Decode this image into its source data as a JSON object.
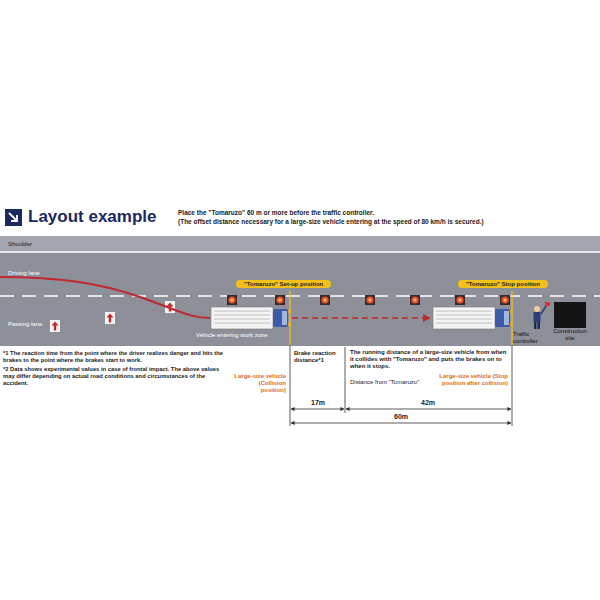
{
  "diagram": {
    "title": "Layout example",
    "nodes": [
      {
        "text": [
          "\"Tomaruzo\" Set-up position"
        ]
      },
      {
        "text": [
          "\"Tomaruzo\" Stop position"
        ]
      },
      {
        "text": [
          "Construction site"
        ]
      }
    ],
    "labels": [
      "Place the \"Tomaruzo\" 60 m or more before the traffic controller.",
      "(The offset distance necessary for a large-size vehicle entering at the speed of 80 km/h is secured.)",
      "Shoulder",
      "Driving lane",
      "Passing lane",
      "Vehicle entering work zone",
      "Traffic controller",
      "Brake reaction distance*1",
      "The running distance of a large-size vehicle from when it collides with \"Tomaruzo\" and puts the brakes on to when it stops.",
      "Large-size vehicle (Collision position)",
      "Distance from \"Tomaruzo\"",
      "Large-size vehicle (Stop position after collision)",
      "17m",
      "42m",
      "60m",
      "*1 The reaction time from the point where the driver realizes danger and hits the brakes to the point where the brakes start to work.",
      "*2 Data shows experimental values in case of frontal impact. The above values may differ depending on actual road conditions and circumstances of the accident."
    ]
  }
}
